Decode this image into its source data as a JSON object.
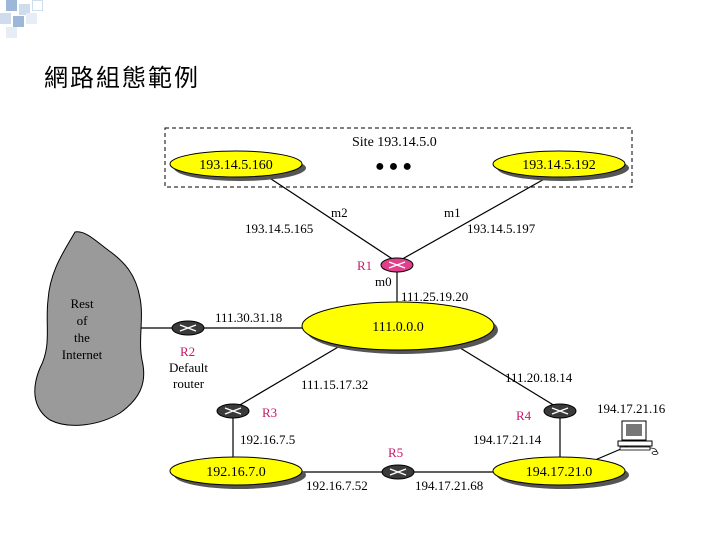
{
  "slide": {
    "title": "網路組態範例"
  },
  "diagram": {
    "site_label": "Site 193.14.5.0",
    "ellipsis": "● ● ●",
    "cloud": [
      "Rest",
      "of",
      "the",
      "Internet"
    ],
    "networks": {
      "n1": "193.14.5.160",
      "n2": "193.14.5.192",
      "n3": "111.0.0.0",
      "n4": "192.16.7.0",
      "n5": "194.17.21.0"
    },
    "routers": {
      "r1": "R1",
      "r2": "R2",
      "r2_desc1": "Default",
      "r2_desc2": "router",
      "r3": "R3",
      "r4": "R4",
      "r5": "R5"
    },
    "labels": {
      "m2": "m2",
      "m1": "m1",
      "m0": "m0",
      "m2_ip": "193.14.5.165",
      "m1_ip": "193.14.5.197",
      "r1_m0_ip": "111.25.19.20",
      "r2_ip": "111.30.31.18",
      "r3_top_ip": "111.15.17.32",
      "r4_top_ip": "111.20.18.14",
      "r3_bottom_ip": "192.16.7.5",
      "r4_bottom_ip": "194.17.21.14",
      "host_ip": "194.17.21.16",
      "r5_left_ip": "192.16.7.52",
      "r5_right_ip": "194.17.21.68"
    },
    "colors": {
      "network_fill": "#ffff00",
      "router_r1": "#e0408a",
      "router_default": "#3a3a3a",
      "cloud_fill": "#9a9a9a"
    }
  }
}
